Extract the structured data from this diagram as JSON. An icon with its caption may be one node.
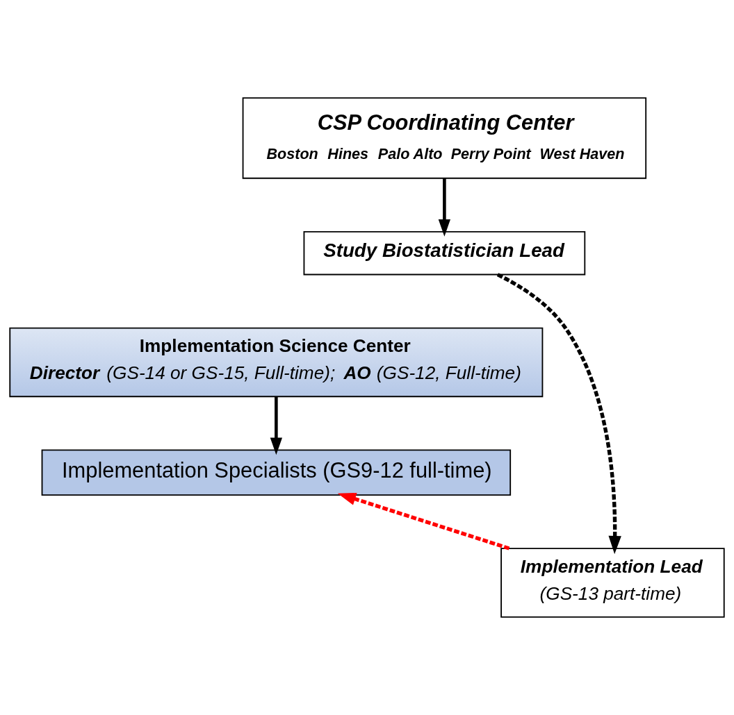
{
  "diagram": {
    "nodes": [
      {
        "text": [
          "CSP Coordinating Center",
          "Boston",
          "Hines",
          "Palo Alto",
          "Perry Point",
          "West Haven"
        ]
      },
      {
        "text": [
          "Study Biostatistician Lead"
        ]
      },
      {
        "text": [
          "Implementation Science Center",
          "**Director** (GS-14 or GS-15, Full-time); **AO** (GS-12, Full-time)"
        ]
      },
      {
        "text": [
          "Implementation Specialists (GS9-12 full-time)"
        ]
      },
      {
        "text": [
          "Implementation Lead",
          "(GS-13 part-time)"
        ]
      }
    ],
    "edges": [
      {
        "from": 0,
        "to": 1,
        "arrow": "to"
      },
      {
        "from": 1,
        "to": 4,
        "arrow": "to",
        "style": "dashed"
      },
      {
        "from": 2,
        "to": 3,
        "arrow": "to"
      },
      {
        "from": 4,
        "to": 3,
        "arrow": "to",
        "style": "dashed",
        "color": "#ff0000"
      }
    ]
  }
}
